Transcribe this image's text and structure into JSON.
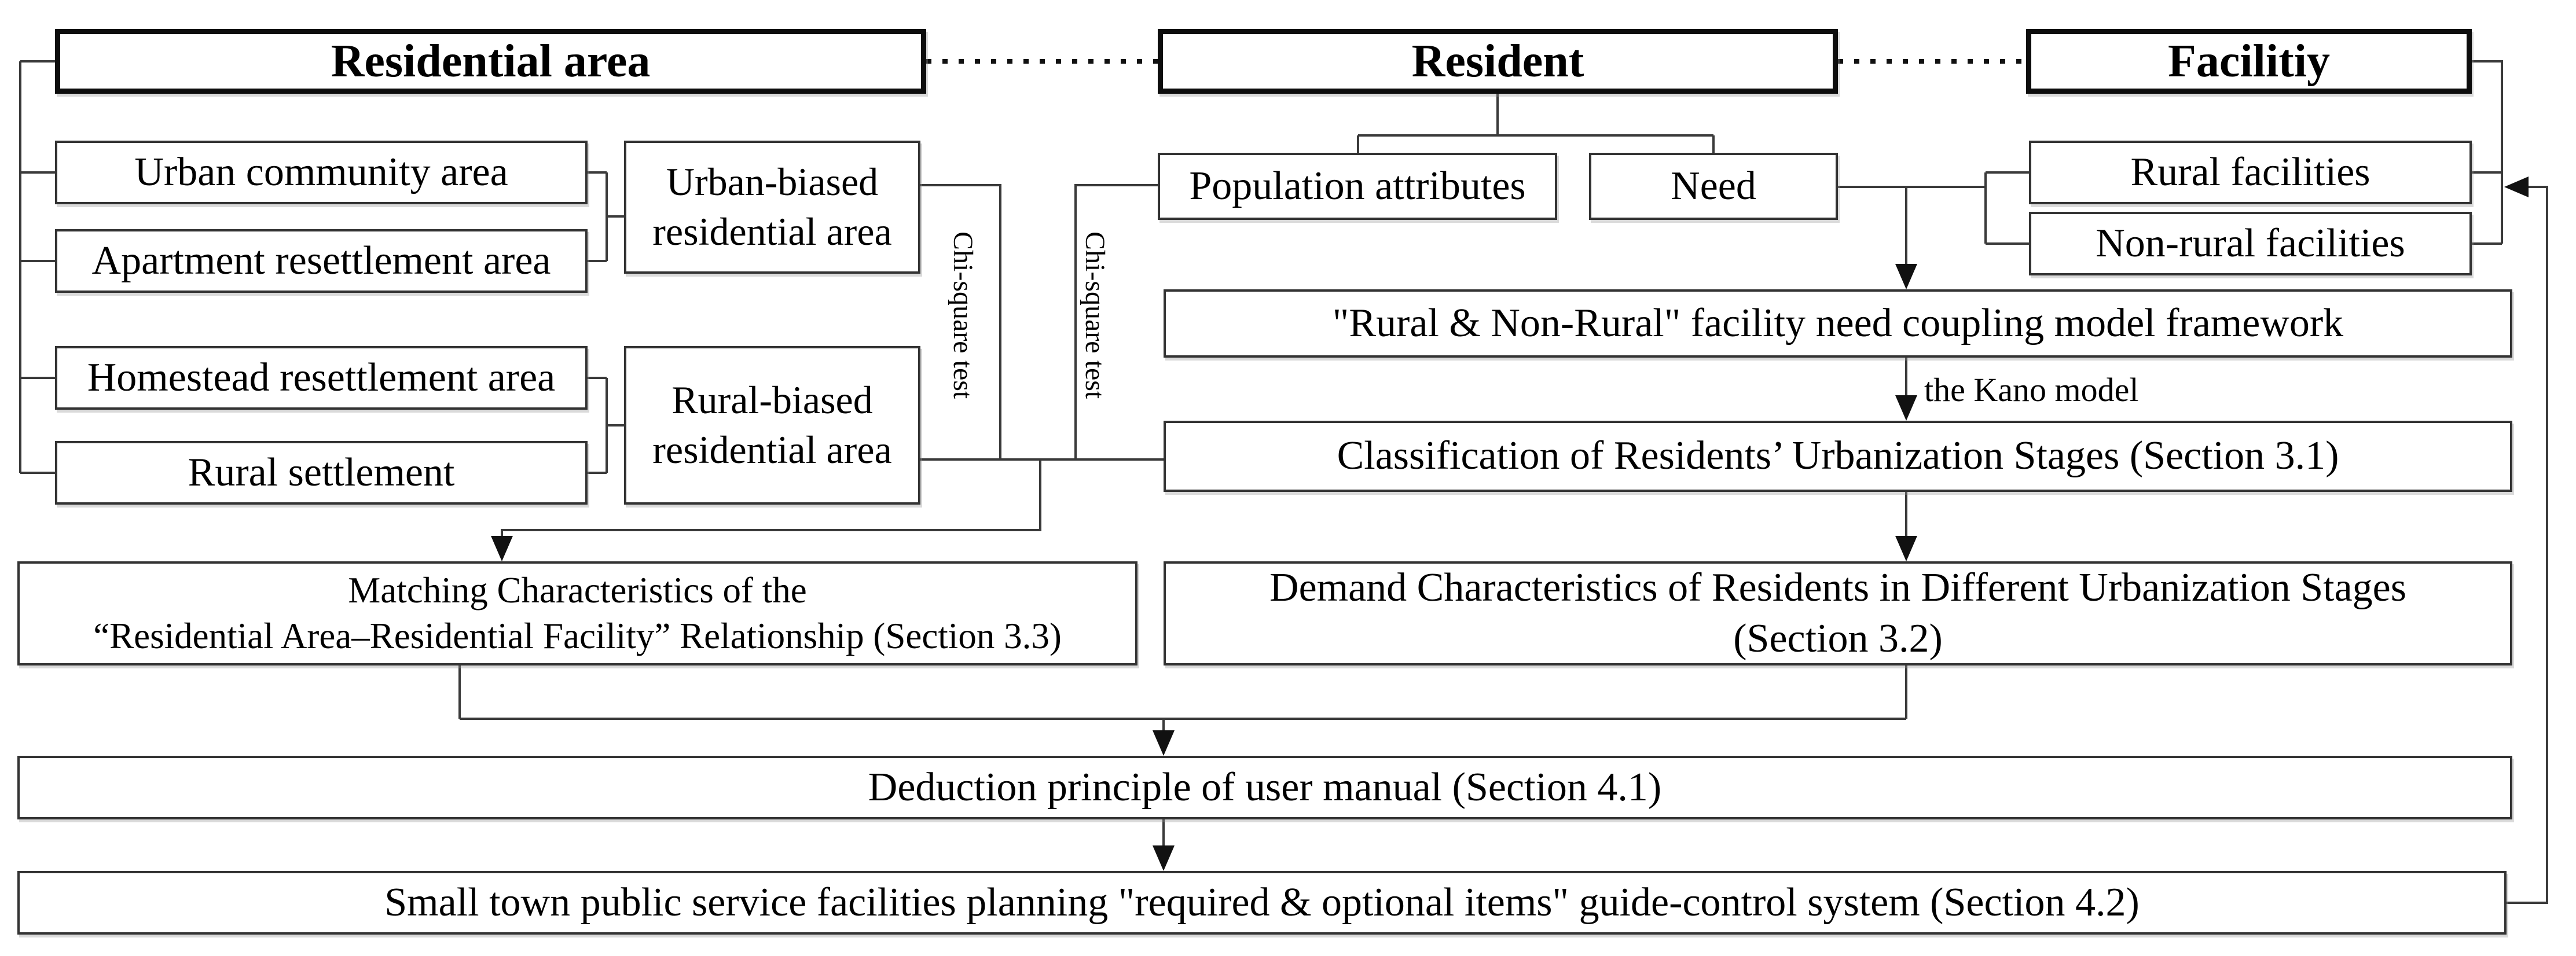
{
  "headers": {
    "residential": "Residential area",
    "resident": "Resident",
    "facility": "Facilitiy"
  },
  "left_column": {
    "urban_community": "Urban community area",
    "apartment": "Apartment resettlement area",
    "urban_biased": "Urban-biased residential area",
    "homestead": "Homestead resettlement area",
    "rural_settlement": "Rural settlement",
    "rural_biased": "Rural-biased residential area"
  },
  "resident_branch": {
    "population_attributes": "Population attributes",
    "need": "Need"
  },
  "facility_branch": {
    "rural_facilities": "Rural facilities",
    "non_rural_facilities": "Non-rural facilities"
  },
  "labels": {
    "chi_square_left": "Chi-square test",
    "chi_square_right": "Chi-square test",
    "kano": "the Kano model"
  },
  "flow": {
    "framework": "\"Rural & Non-Rural\" facility need coupling model framework",
    "classification": "Classification of Residents’ Urbanization Stages (Section 3.1)",
    "matching_line1": "Matching Characteristics of the",
    "matching_line2": "“Residential Area–Residential Facility” Relationship (Section 3.3)",
    "demand_line1": "Demand Characteristics of Residents in Different Urbanization Stages",
    "demand_line2": "(Section 3.2)",
    "deduction": "Deduction principle of user manual (Section 4.1)",
    "small_town": "Small town public service facilities planning \"required & optional items\" guide-control system (Section 4.2)"
  },
  "colors": {
    "line": "#3a3a3a",
    "border": "#333333",
    "header_border": "#0d0d0d",
    "background": "#ffffff",
    "text": "#000000"
  }
}
